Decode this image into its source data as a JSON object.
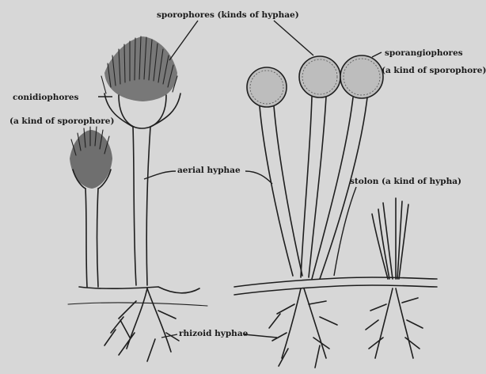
{
  "labels": {
    "sporophores": "sporophores (kinds of hyphae)",
    "conidiophores": "conidiophores",
    "conidiophores_sub": "(a kind of sporophore)",
    "sporangiophores": "sporangiophores",
    "sporangiophores_sub": "(a kind of sporophore)",
    "aerial_hyphae": "aerial hyphae",
    "stolon": "stolon (a kind of hypha)",
    "rhizoid_hyphae": "rhizoid hyphae"
  }
}
